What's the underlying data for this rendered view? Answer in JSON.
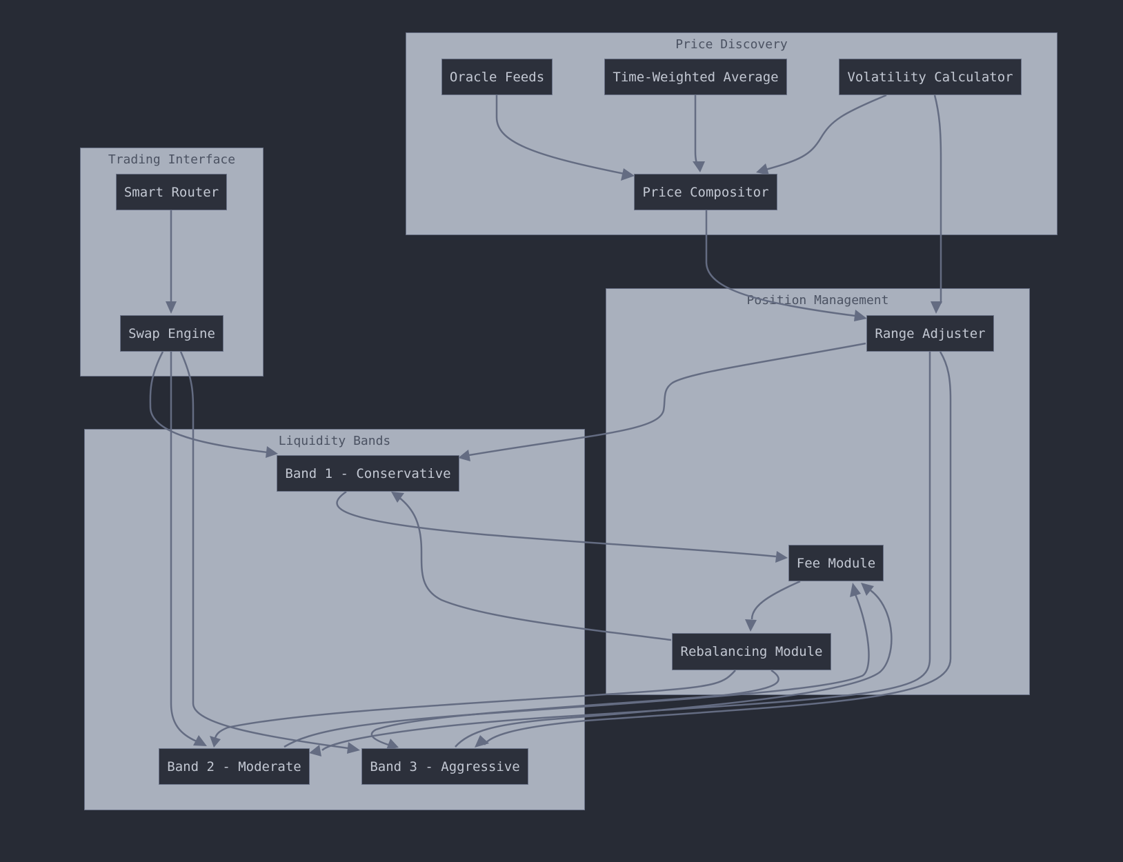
{
  "clusters": {
    "price_discovery": "Price Discovery",
    "trading_interface": "Trading Interface",
    "position_management": "Position Management",
    "liquidity_bands": "Liquidity Bands"
  },
  "nodes": {
    "oracle_feeds": "Oracle Feeds",
    "twap": "Time-Weighted Average",
    "volatility_calculator": "Volatility Calculator",
    "price_compositor": "Price Compositor",
    "smart_router": "Smart Router",
    "swap_engine": "Swap Engine",
    "range_adjuster": "Range Adjuster",
    "band_1": "Band 1 - Conservative",
    "fee_module": "Fee Module",
    "rebalancing_module": "Rebalancing Module",
    "band_2": "Band 2 - Moderate",
    "band_3": "Band 3 - Aggressive"
  },
  "edges": [
    {
      "from": "oracle_feeds",
      "to": "price_compositor"
    },
    {
      "from": "twap",
      "to": "price_compositor"
    },
    {
      "from": "volatility_calculator",
      "to": "price_compositor"
    },
    {
      "from": "volatility_calculator",
      "to": "range_adjuster"
    },
    {
      "from": "price_compositor",
      "to": "range_adjuster"
    },
    {
      "from": "smart_router",
      "to": "swap_engine"
    },
    {
      "from": "swap_engine",
      "to": "band_1"
    },
    {
      "from": "swap_engine",
      "to": "band_2"
    },
    {
      "from": "swap_engine",
      "to": "band_3"
    },
    {
      "from": "range_adjuster",
      "to": "band_1"
    },
    {
      "from": "range_adjuster",
      "to": "band_2"
    },
    {
      "from": "range_adjuster",
      "to": "band_3"
    },
    {
      "from": "band_1",
      "to": "fee_module"
    },
    {
      "from": "band_2",
      "to": "fee_module"
    },
    {
      "from": "band_3",
      "to": "fee_module"
    },
    {
      "from": "fee_module",
      "to": "rebalancing_module"
    },
    {
      "from": "rebalancing_module",
      "to": "band_1"
    },
    {
      "from": "rebalancing_module",
      "to": "band_2"
    },
    {
      "from": "rebalancing_module",
      "to": "band_3"
    }
  ]
}
